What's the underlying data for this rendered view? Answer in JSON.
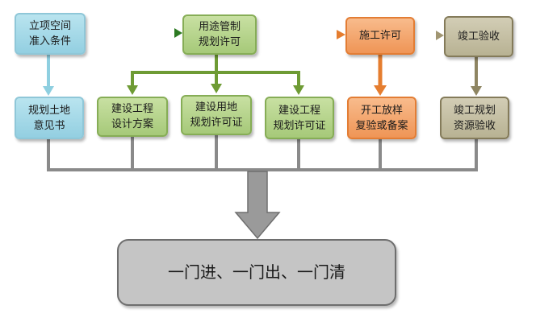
{
  "boxes": {
    "spatial_access": "立项空间\n准入条件",
    "land_use_permit": "用途管制\n规划许可",
    "construction_permit": "施工许可",
    "completion_acceptance": "竣工验收",
    "planning_opinion": "规划土地\n意见书",
    "design_scheme": "建设工程\n设计方案",
    "land_use_certificate": "建设用地\n规划许可证",
    "project_planning_certificate": "建设工程\n规划许可证",
    "setting_out_review": "开工放样\n复验或备案",
    "planning_acceptance": "竣工规划\n资源验收",
    "one_door": "一门进、一门出、一门清"
  },
  "colors": {
    "blue_fill": "#a8d9e8",
    "green_fill": "#b7d58d",
    "orange_fill": "#f4a56c",
    "tan_fill": "#c6c0a4",
    "grey_fill": "#c5c5c5",
    "arrow_blue": "#8ecfe0",
    "arrow_green": "#6e9b34",
    "arrow_orange": "#e57d2f",
    "arrow_tan": "#8e8562",
    "bus_line": "#8a8a8a"
  }
}
